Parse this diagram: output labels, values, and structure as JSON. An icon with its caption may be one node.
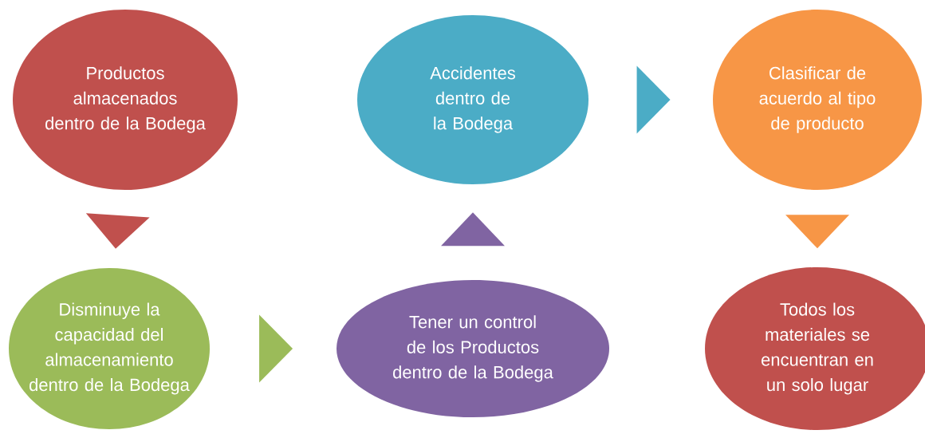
{
  "diagram": {
    "nodes": [
      {
        "text": [
          "Productos almacenados dentro de la Bodega"
        ]
      },
      {
        "text": [
          "Disminuye la capacidad del almacenamiento dentro de la Bodega"
        ]
      },
      {
        "text": [
          "Tener un control de los Productos dentro de la Bodega"
        ]
      },
      {
        "text": [
          "Accidentes dentro de la Bodega"
        ]
      },
      {
        "text": [
          "Clasificar de acuerdo al tipo de producto"
        ]
      },
      {
        "text": [
          "Todos los materiales se encuentran en un solo lugar"
        ]
      }
    ],
    "edges": [
      {
        "from": 0,
        "to": 1,
        "arrow": "to",
        "color": "#c0504d"
      },
      {
        "from": 1,
        "to": 2,
        "arrow": "to",
        "color": "#9bbb59"
      },
      {
        "from": 2,
        "to": 3,
        "arrow": "to",
        "color": "#8064a2"
      },
      {
        "from": 3,
        "to": 4,
        "arrow": "to",
        "color": "#4bacc6"
      },
      {
        "from": 4,
        "to": 5,
        "arrow": "to",
        "color": "#f79646"
      }
    ]
  }
}
